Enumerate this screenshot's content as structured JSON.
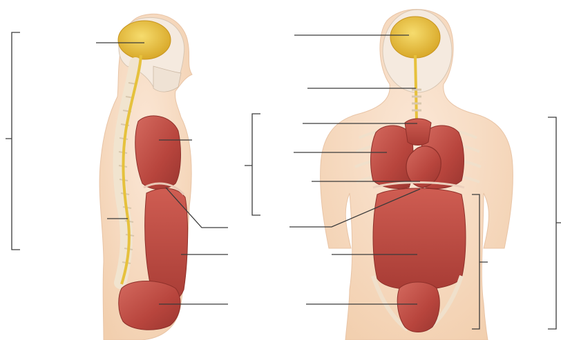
{
  "figure": {
    "title": "",
    "views": [
      {
        "id": "lateral",
        "label": ""
      },
      {
        "id": "anterior",
        "label": ""
      }
    ],
    "blank_labels": [
      {
        "id": "dorsal-body-cavity",
        "text": ""
      },
      {
        "id": "cranial-cavity-lateral",
        "text": ""
      },
      {
        "id": "thoracic-cavity-lateral",
        "text": ""
      },
      {
        "id": "vertebral-cavity-lateral",
        "text": ""
      },
      {
        "id": "diaphragm-lateral",
        "text": ""
      },
      {
        "id": "abdominal-cavity-lateral",
        "text": ""
      },
      {
        "id": "pelvic-cavity-lateral",
        "text": ""
      },
      {
        "id": "cranial-cavity-anterior",
        "text": ""
      },
      {
        "id": "vertebral-cavity-anterior",
        "text": ""
      },
      {
        "id": "superior-mediastinum",
        "text": ""
      },
      {
        "id": "pleural-cavity",
        "text": ""
      },
      {
        "id": "pericardial-cavity",
        "text": ""
      },
      {
        "id": "diaphragm-anterior",
        "text": ""
      },
      {
        "id": "abdominal-cavity-anterior",
        "text": ""
      },
      {
        "id": "pelvic-cavity-anterior",
        "text": ""
      },
      {
        "id": "thoracic-cavity-bracket",
        "text": ""
      },
      {
        "id": "abdominopelvic-cavity",
        "text": ""
      },
      {
        "id": "ventral-body-cavity",
        "text": ""
      }
    ]
  }
}
